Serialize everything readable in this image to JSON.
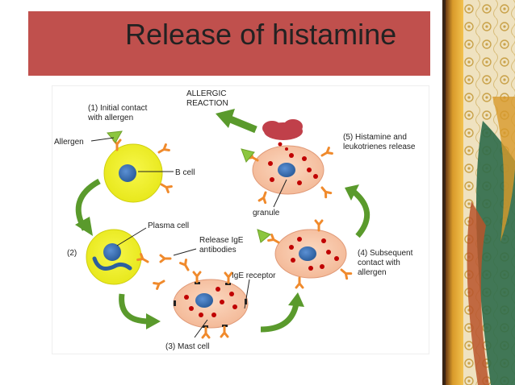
{
  "slide": {
    "title": "Release of histamine"
  },
  "diagram": {
    "labels": {
      "allergic_reaction_1": "ALLERGIC",
      "allergic_reaction_2": "REACTION",
      "initial_contact_1": "(1) Initial contact",
      "initial_contact_2": "with allergen",
      "allergen": "Allergen",
      "b_cell": "B cell",
      "step2": "(2)",
      "plasma_cell": "Plasma cell",
      "release_ige_1": "Release IgE",
      "release_ige_2": "antibodies",
      "ige_receptor": "IgE receptor",
      "mast_cell": "(3) Mast cell",
      "subsequent_1": "(4) Subsequent",
      "subsequent_2": "contact with",
      "subsequent_3": "allergen",
      "histamine_1": "(5) Histamine and",
      "histamine_2": "leukotrienes release",
      "granule": "granule"
    },
    "colors": {
      "title_bar": "#c0504d",
      "b_cell": "#f2f227",
      "mast_cell": "#f8c8a8",
      "nucleus": "#3a73b8",
      "granule": "#c00000",
      "antibody": "#f08a2c",
      "allergen": "#8cc63f",
      "arrow": "#5a9a2c",
      "cloud": "#c0404a"
    }
  }
}
